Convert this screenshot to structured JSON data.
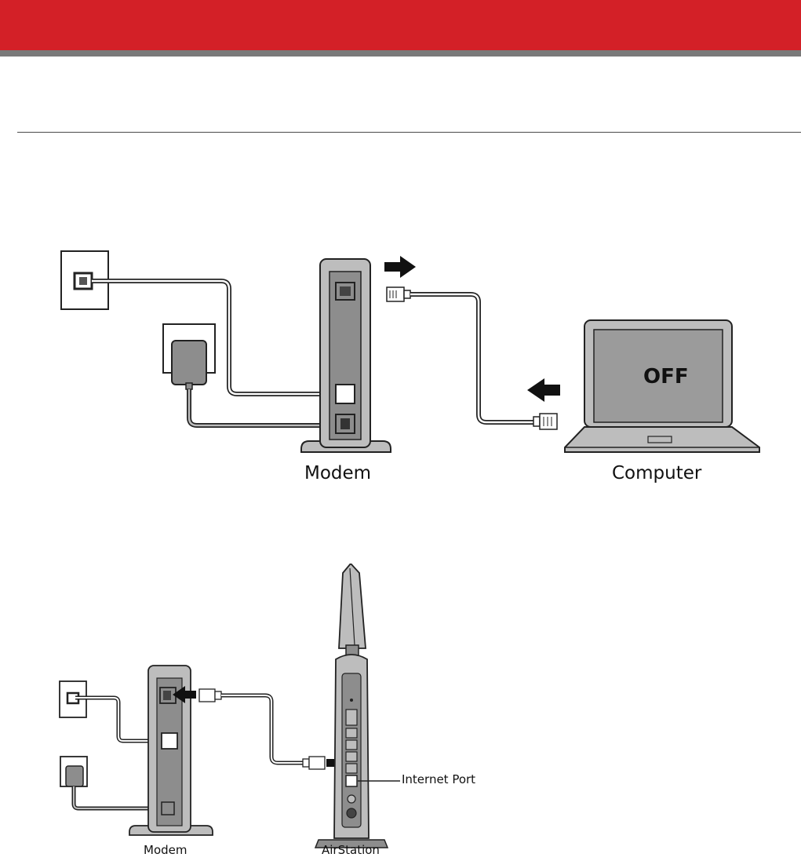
{
  "colors": {
    "header_red": "#d32027",
    "header_underline": "#7a7a7a",
    "device_gray": "#8d8d8d",
    "device_light": "#bdbdbd",
    "screen_gray": "#9b9b9b"
  },
  "diagram_top": {
    "modem_label": "Modem",
    "computer_label": "Computer",
    "screen_text": "OFF"
  },
  "diagram_bottom": {
    "modem_label": "Modem",
    "airstation_label": "AirStation",
    "port_callout": "Internet Port"
  }
}
